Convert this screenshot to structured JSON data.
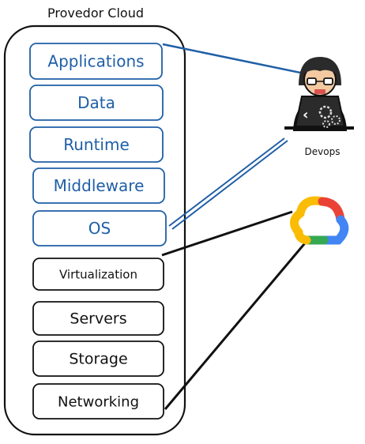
{
  "title": "Provedor Cloud",
  "layers": [
    {
      "label": "Applications",
      "managed_by": "devops"
    },
    {
      "label": "Data",
      "managed_by": "devops"
    },
    {
      "label": "Runtime",
      "managed_by": "devops"
    },
    {
      "label": "Middleware",
      "managed_by": "devops"
    },
    {
      "label": "OS",
      "managed_by": "devops"
    },
    {
      "label": "Virtualization",
      "managed_by": "provider"
    },
    {
      "label": "Servers",
      "managed_by": "provider"
    },
    {
      "label": "Storage",
      "managed_by": "provider"
    },
    {
      "label": "Networking",
      "managed_by": "provider"
    }
  ],
  "devops": {
    "label": "Devops",
    "icon": "devops-person-icon"
  },
  "provider": {
    "icon": "google-cloud-icon"
  },
  "colors": {
    "devops_blue": "#1f5fa6",
    "provider_black": "#111111",
    "gcloud_red": "#ea4335",
    "gcloud_blue": "#4285f4",
    "gcloud_yellow": "#fbbc05",
    "gcloud_green": "#34a853"
  }
}
